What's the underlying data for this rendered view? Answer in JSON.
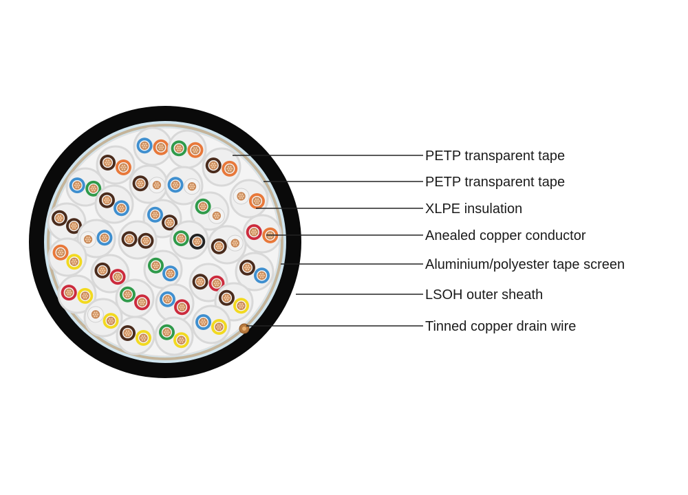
{
  "labels": [
    {
      "text": "PETP transparent tape"
    },
    {
      "text": "PETP transparent tape"
    },
    {
      "text": "XLPE insulation"
    },
    {
      "text": "Anealed copper conductor"
    },
    {
      "text": "Aluminium/polyester tape screen"
    },
    {
      "text": "LSOH outer sheath"
    },
    {
      "text": "Tinned copper drain wire"
    }
  ],
  "colors": {
    "sheath": "#0a0a0a",
    "tape_blue": "#cfe4ee",
    "tape_tan": "#c4b49a",
    "pair_wrap": "#d8d8d8",
    "insulation_white": "#f6f6f6",
    "copper": "#c98a5a",
    "copper_light": "#f1c9a3",
    "wire_colors": {
      "brown": "#4a2b1c",
      "orange": "#e8783a",
      "blue": "#3f8fcf",
      "green": "#2f9a4a",
      "black": "#222222",
      "red": "#cc2b3d",
      "yellow": "#f2d920",
      "white": "#f2f2f2"
    }
  },
  "pairs": [
    [
      "blue",
      "orange"
    ],
    [
      "green",
      "orange"
    ],
    [
      "brown",
      "orange"
    ],
    [
      "brown",
      "orange"
    ],
    [
      "blue",
      "green"
    ],
    [
      "brown",
      "white"
    ],
    [
      "blue",
      "white"
    ],
    [
      "white",
      "orange"
    ],
    [
      "brown",
      "brown"
    ],
    [
      "brown",
      "blue"
    ],
    [
      "blue",
      "brown"
    ],
    [
      "green",
      "white"
    ],
    [
      "white",
      "blue"
    ],
    [
      "brown",
      "brown"
    ],
    [
      "green",
      "black"
    ],
    [
      "brown",
      "white"
    ],
    [
      "red",
      "orange"
    ],
    [
      "orange",
      "yellow"
    ],
    [
      "brown",
      "red"
    ],
    [
      "green",
      "blue"
    ],
    [
      "brown",
      "red"
    ],
    [
      "brown",
      "blue"
    ],
    [
      "red",
      "yellow"
    ],
    [
      "green",
      "red"
    ],
    [
      "blue",
      "red"
    ],
    [
      "brown",
      "yellow"
    ],
    [
      "white",
      "yellow"
    ],
    [
      "brown",
      "yellow"
    ],
    [
      "green",
      "yellow"
    ],
    [
      "blue",
      "yellow"
    ]
  ]
}
